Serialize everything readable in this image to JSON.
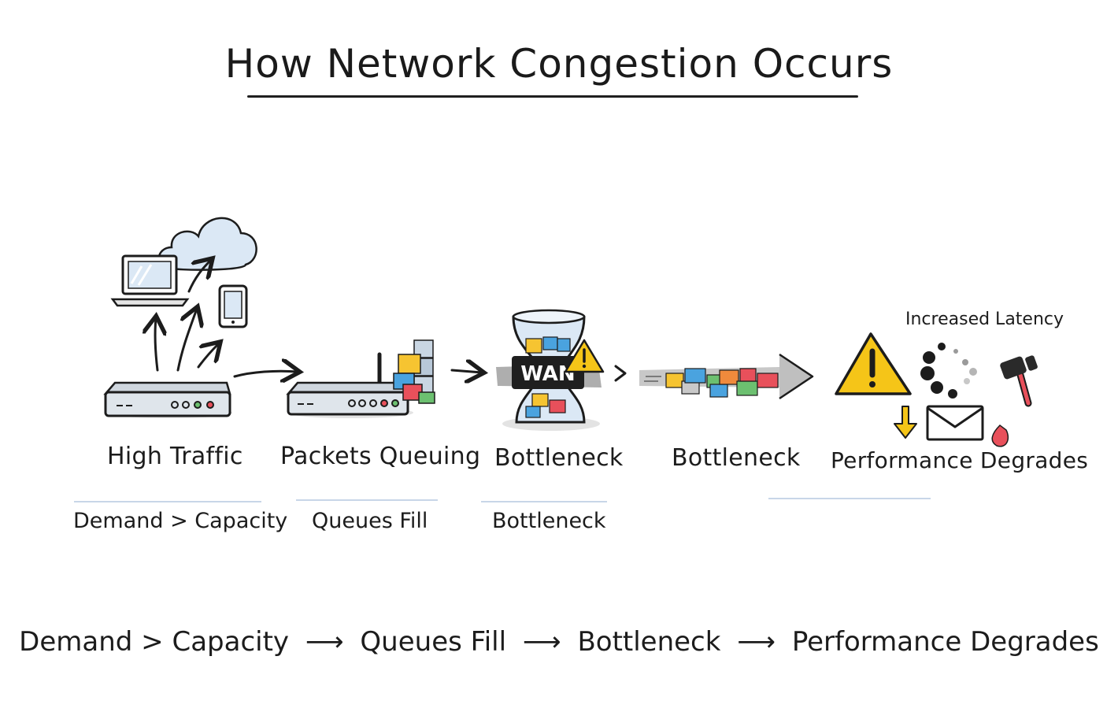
{
  "title": "How Network Congestion Occurs",
  "stages": [
    {
      "label": "High Traffic",
      "sublabel": "Demand > Capacity"
    },
    {
      "label": "Packets Queuing",
      "sublabel": "Queues Fill"
    },
    {
      "label": "Bottleneck",
      "sublabel": "Bottleneck",
      "tag": "WAN"
    },
    {
      "label": "Bottleneck",
      "sublabel": ""
    },
    {
      "label": "Performance Degrades",
      "sublabel": "",
      "note": "Increased Latency"
    }
  ],
  "summary": {
    "steps": [
      "Demand > Capacity",
      "Queues Fill",
      "Bottleneck",
      "Performance Degrades"
    ],
    "arrow": "⟶"
  },
  "icons": {
    "stage1": [
      "laptop-icon",
      "cloud-icon",
      "phone-icon",
      "router-icon"
    ],
    "stage2": [
      "router-icon",
      "packet-stack-icon"
    ],
    "stage3": [
      "hourglass-icon",
      "warning-icon"
    ],
    "stage4": [
      "packet-stream-arrow-icon"
    ],
    "stage5": [
      "warning-icon",
      "loading-spinner-icon",
      "hammer-icon",
      "envelope-icon",
      "down-arrow-icon",
      "drop-icon"
    ]
  },
  "colors": {
    "ink": "#1c1c1c",
    "warning": "#f5c518",
    "packet_yellow": "#f6c431",
    "packet_blue": "#4aa3df",
    "packet_red": "#e8505b",
    "packet_green": "#6cc070",
    "packet_orange": "#f08a3c",
    "cloud": "#dbe8f5",
    "rule": "#c8d6e8"
  }
}
